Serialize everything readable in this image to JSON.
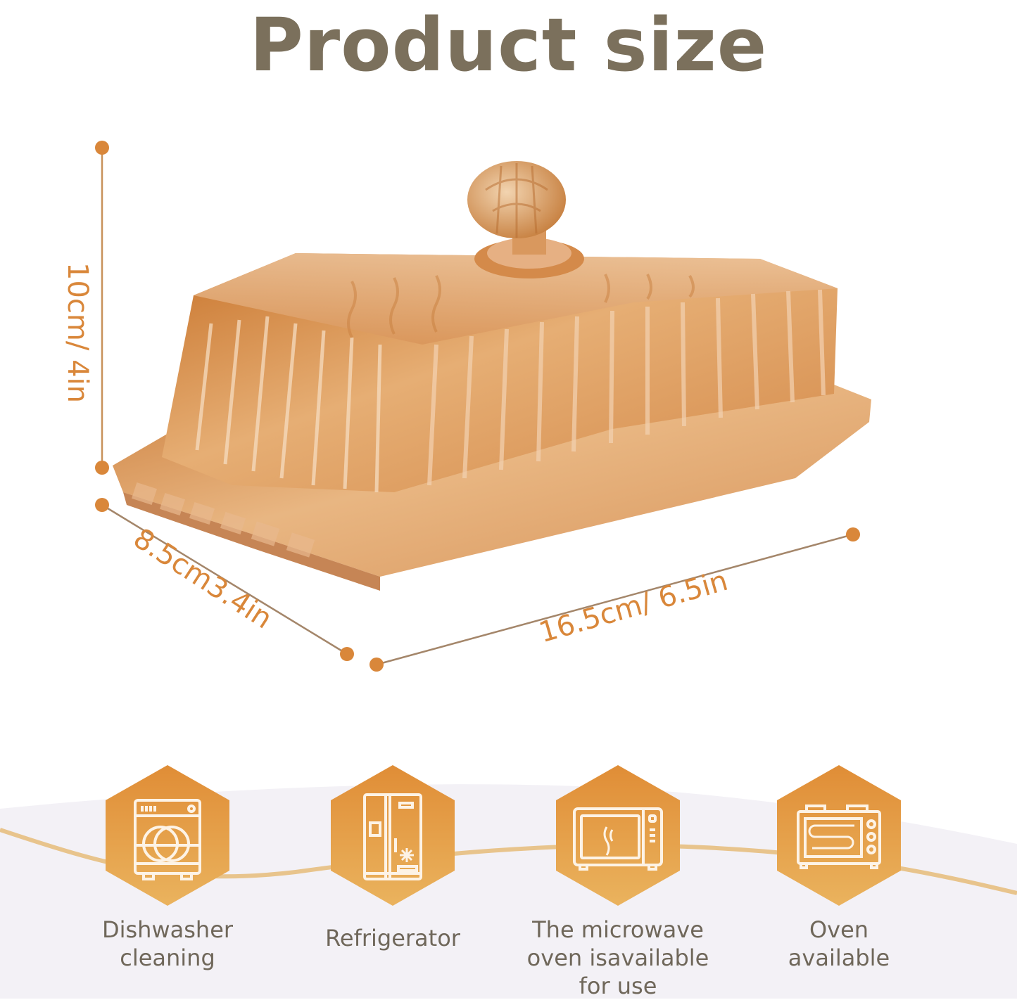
{
  "header": {
    "title": "Product size"
  },
  "colors": {
    "title": "#7b705c",
    "accent": "#d9873a",
    "hex_top": "#e08d36",
    "hex_bottom": "#eab35e",
    "label": "#6f675a",
    "wave_bg": "#f3f1f6",
    "wave_line": "#e8c48c",
    "glass": "#d99858"
  },
  "product": {
    "name": "amber ribbed glass butter dish with lid and knob"
  },
  "dimensions": {
    "height": "10cm/ 4in",
    "width": "8.5cm3.4in",
    "length": "16.5cm/ 6.5in"
  },
  "features": [
    {
      "icon": "dishwasher-icon",
      "label": "Dishwasher cleaning",
      "lines": [
        "Dishwasher",
        "cleaning"
      ]
    },
    {
      "icon": "refrigerator-icon",
      "label": "Refrigerator",
      "lines": [
        "Refrigerator"
      ]
    },
    {
      "icon": "microwave-icon",
      "label": "The microwave oven isavailable for use",
      "lines": [
        "The microwave",
        "oven isavailable",
        "for use"
      ]
    },
    {
      "icon": "oven-icon",
      "label": "Oven available",
      "lines": [
        "Oven",
        "available"
      ]
    }
  ]
}
